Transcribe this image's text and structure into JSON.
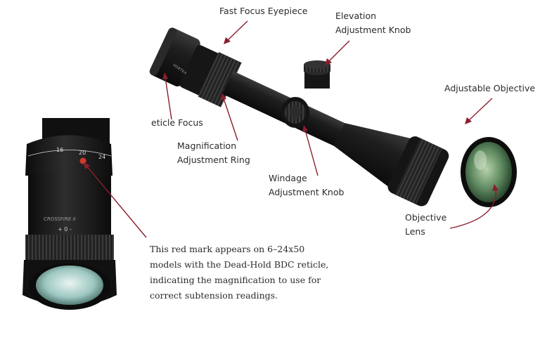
{
  "labels": {
    "fast_focus_eyepiece": "Fast Focus Eyepiece",
    "elevation_line1": "Elevation",
    "elevation_line2": "Adjustment Knob",
    "adjustable_objective": "Adjustable Objective",
    "reticle_focus": "eticle Focus",
    "magnification_line1": "Magnification",
    "magnification_line2": "Adjustment Ring",
    "windage_line1": "Windage",
    "windage_line2": "Adjustment Knob",
    "objective_line1": "Objective",
    "objective_line2": "Lens"
  },
  "note": {
    "lines": [
      "This red mark appears on 6–24x50",
      "models with the Dead-Hold BDC reticle,",
      "indicating the magnification to use for",
      "correct subtension readings."
    ]
  },
  "scope_markings": {
    "brand": "VORTEX",
    "mag_16": "16",
    "mag_20": "20",
    "mag_24": "24",
    "model_text": "CROSSFIRE II",
    "turret_marks": "+ 0 -"
  },
  "colors": {
    "arrow": "#8b1e2d",
    "scope_body": "#1b1b1b",
    "lens_green": "#5f8a60",
    "red_dot": "#d23a2a"
  }
}
